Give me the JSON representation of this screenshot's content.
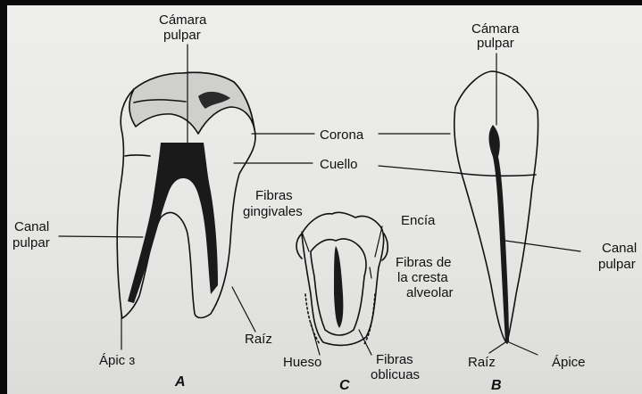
{
  "labels": {
    "camara_a_1": "Cámara",
    "camara_a_2": "pulpar",
    "camara_b_1": "Cámara",
    "camara_b_2": "pulpar",
    "corona": "Corona",
    "cuello": "Cuello",
    "canal_a_1": "Canal",
    "canal_a_2": "pulpar",
    "canal_b_1": "Canal",
    "canal_b_2": "pulpar",
    "fibras_gingivales_1": "Fibras",
    "fibras_gingivales_2": "gingivales",
    "encia": "Encía",
    "fibras_cresta_1": "Fibras de",
    "fibras_cresta_2": "la cresta",
    "fibras_cresta_3": "alveolar",
    "raiz_a": "Raíz",
    "raiz_b": "Raíz",
    "apice_a": "Ápic ɜ",
    "apice_b": "Ápice",
    "hueso": "Hueso",
    "fibras_oblicuas_1": "Fibras",
    "fibras_oblicuas_2": "oblicuas"
  },
  "captions": {
    "a": "A",
    "b": "B",
    "c": "C"
  },
  "colors": {
    "ink": "#111111",
    "paper": "#e9e9e7",
    "frame": "#0a0a0a",
    "pulp": "#1a1a1a"
  }
}
